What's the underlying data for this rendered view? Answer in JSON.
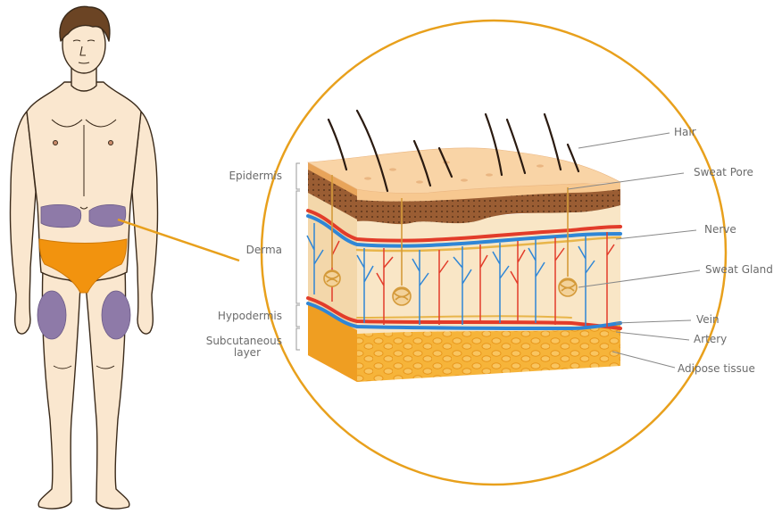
{
  "colors": {
    "skin": "#fae7cf",
    "skin_outline": "#3a2a1a",
    "hair": "#6b4424",
    "injection_site": "#8e7aa8",
    "underwear": "#f2930e",
    "circle_border": "#e8a01c",
    "epidermis": "#f7c890",
    "dermis_brown": "#9a5d33",
    "dermis": "#f9e6c6",
    "fat": "#f6b43a",
    "fat_cell": "#e8961a",
    "vein": "#2f86d6",
    "artery": "#e23c2a",
    "nerve": "#e8b54a",
    "label_text": "#6b6b6b",
    "leader_line": "#888888"
  },
  "layers": {
    "epidermis": "Epidermis",
    "derma": "Derma",
    "hypodermis": "Hypodermis",
    "subcutaneous_1": "Subcutaneous",
    "subcutaneous_2": "layer"
  },
  "structures": {
    "hair": "Hair",
    "sweat_pore": "Sweat Pore",
    "nerve": "Nerve",
    "sweat_gland": "Sweat Gland",
    "vein": "Vein",
    "artery": "Artery",
    "adipose": "Adipose tissue"
  }
}
